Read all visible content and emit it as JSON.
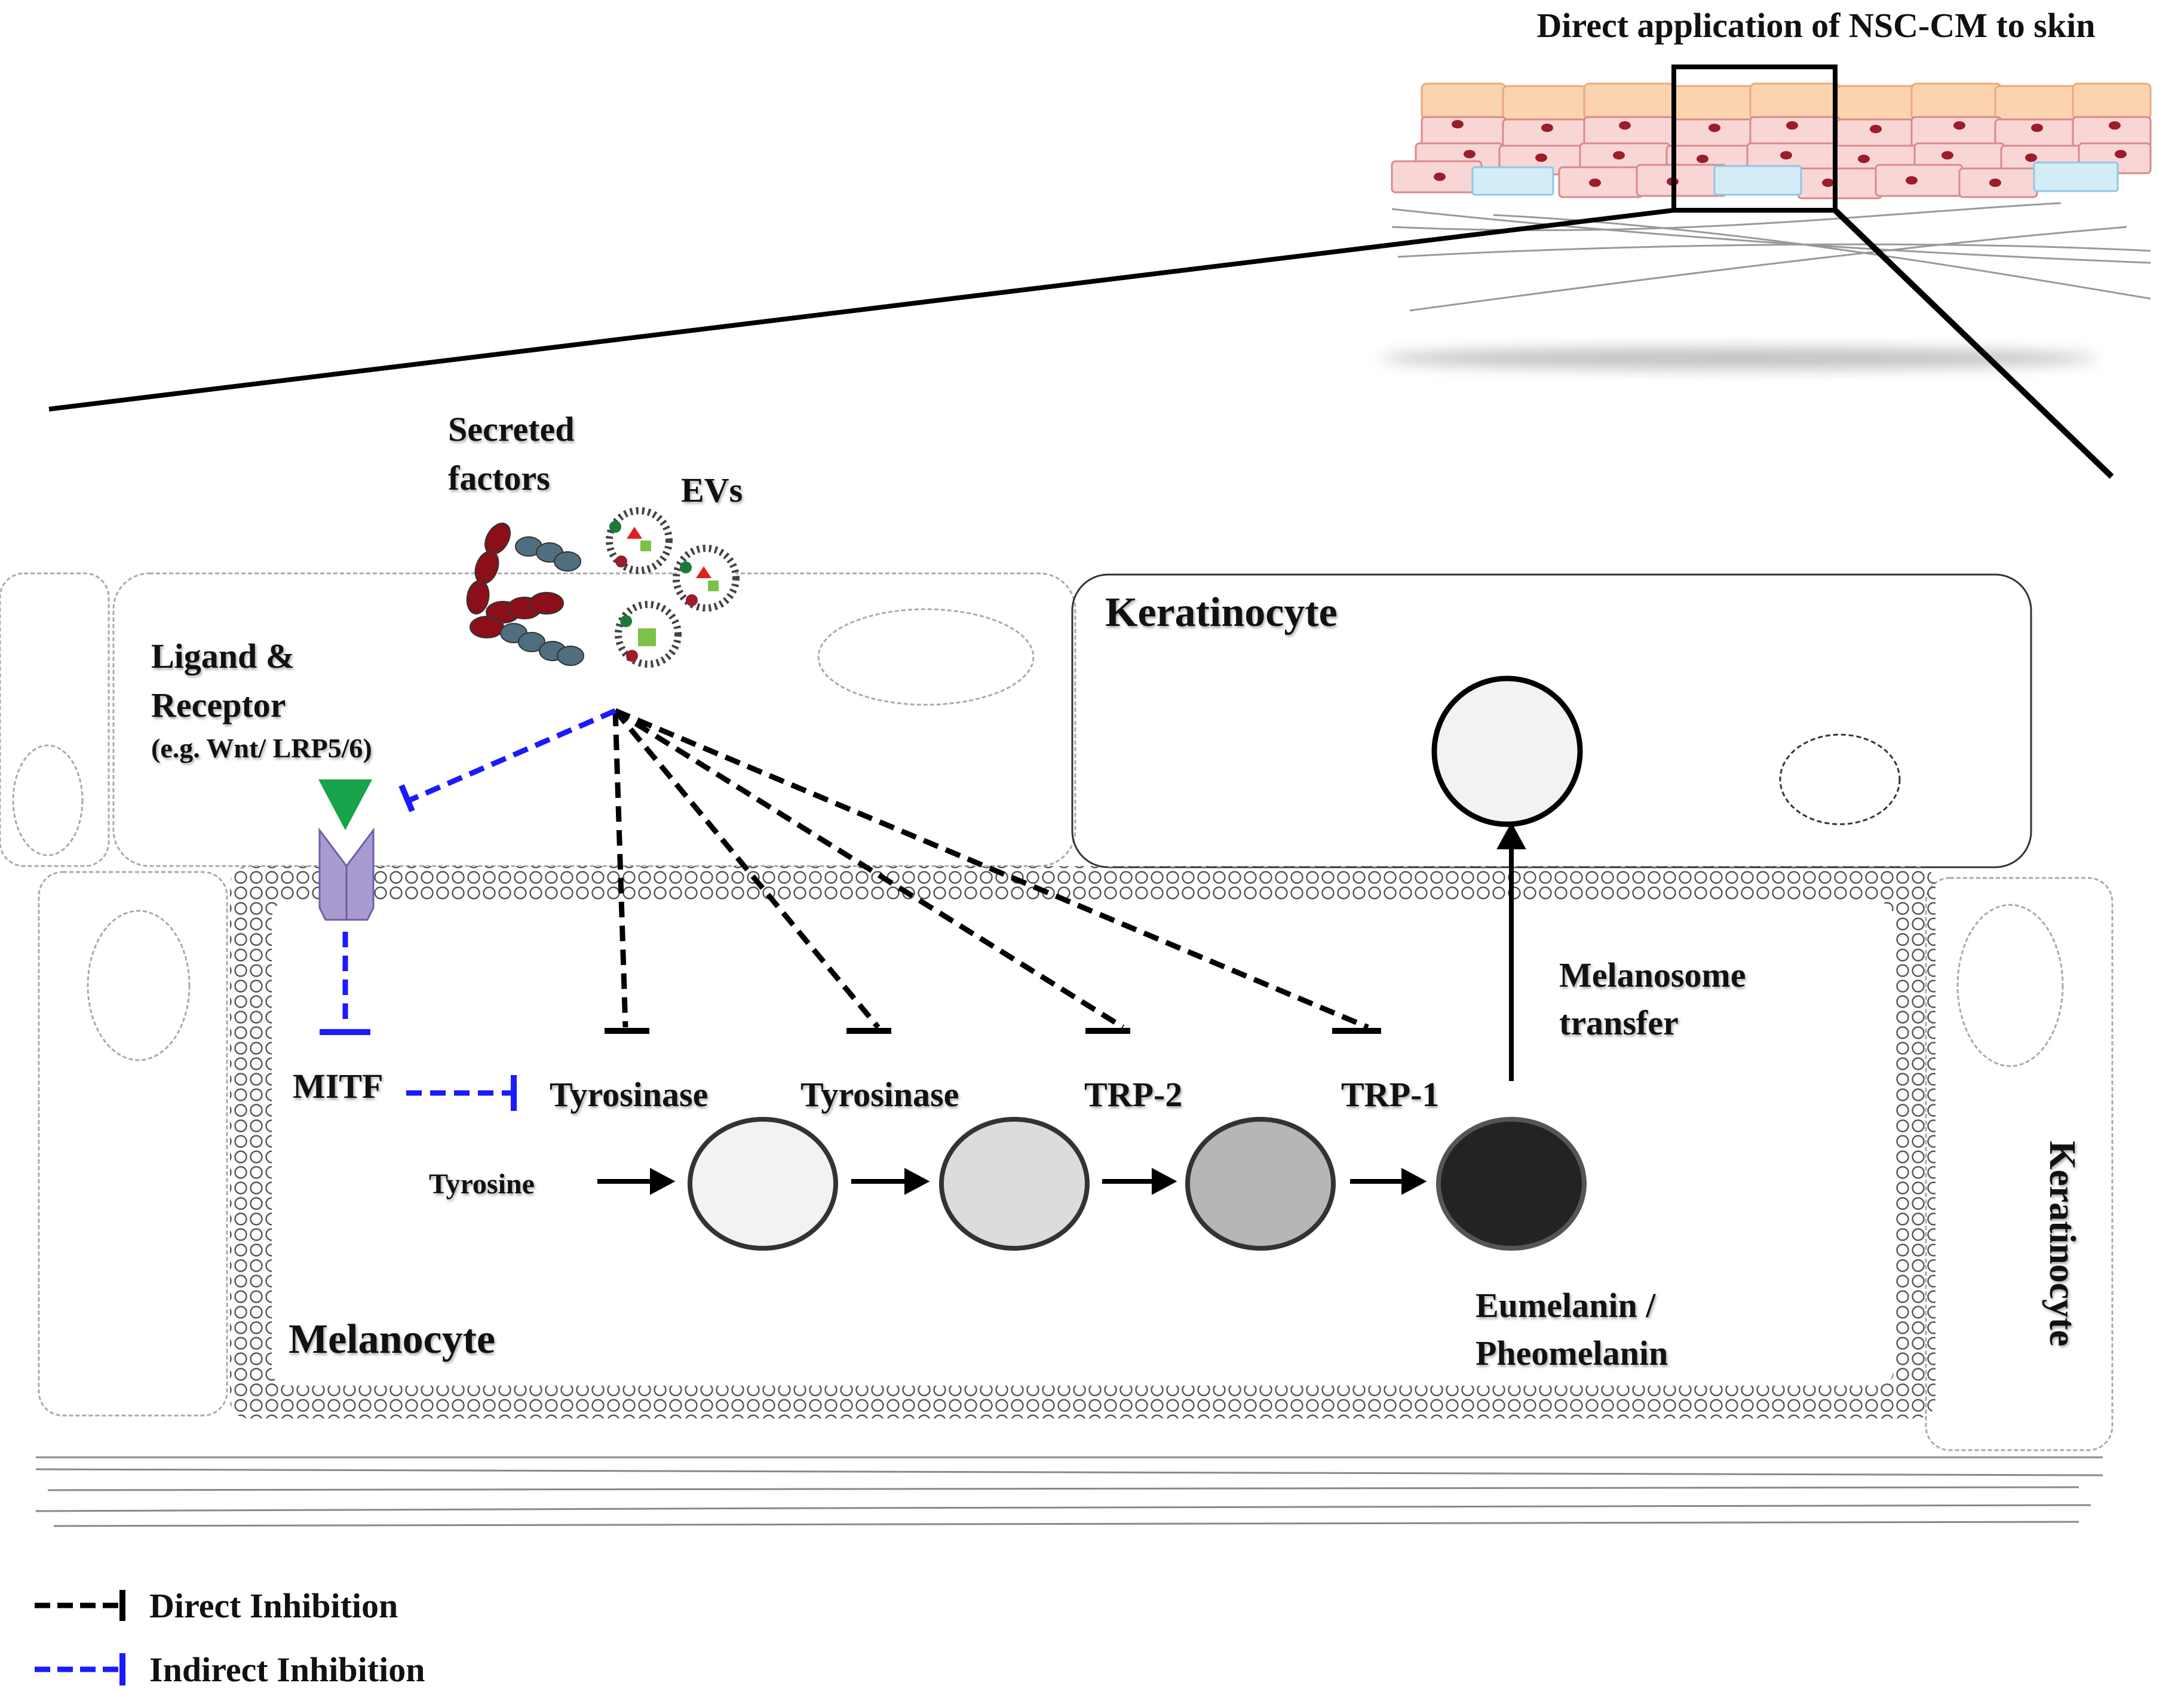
{
  "title": "Direct application of NSC-CM to skin",
  "labels": {
    "secreted_factors_line1": "Secreted",
    "secreted_factors_line2": "factors",
    "evs": "EVs",
    "keratinocyte_top": "Keratinocyte",
    "keratinocyte_right": "Keratinocyte",
    "ligand_line1": "Ligand &",
    "ligand_line2": "Receptor",
    "ligand_example": "(e.g. Wnt/ LRP5/6)",
    "melanosome_line1": "Melanosome",
    "melanosome_line2": "transfer",
    "mitf": "MITF",
    "tyrosine": "Tyrosine",
    "melanocyte": "Melanocyte",
    "eumelanin_line1": "Eumelanin /",
    "eumelanin_line2": "Pheomelanin"
  },
  "enzymes": [
    "Tyrosinase",
    "Tyrosinase",
    "TRP-2",
    "TRP-1"
  ],
  "legend": {
    "direct": "Direct Inhibition",
    "indirect": "Indirect Inhibition"
  },
  "colors": {
    "direct_inhibition": "#000000",
    "indirect_inhibition": "#1a1aff",
    "ligand": "#17a34a",
    "receptor": "#a99bd0",
    "skin_top": "#fbd3ae",
    "skin_cell": "#f9d6d6",
    "skin_blue_cell": "#d4ecf7",
    "nucleus": "#9b1c2a"
  },
  "pigment_stages": [
    {
      "fill": "#f2f2f2"
    },
    {
      "fill": "#dcdcdc"
    },
    {
      "fill": "#b6b6b6"
    },
    {
      "fill": "#232323"
    }
  ]
}
